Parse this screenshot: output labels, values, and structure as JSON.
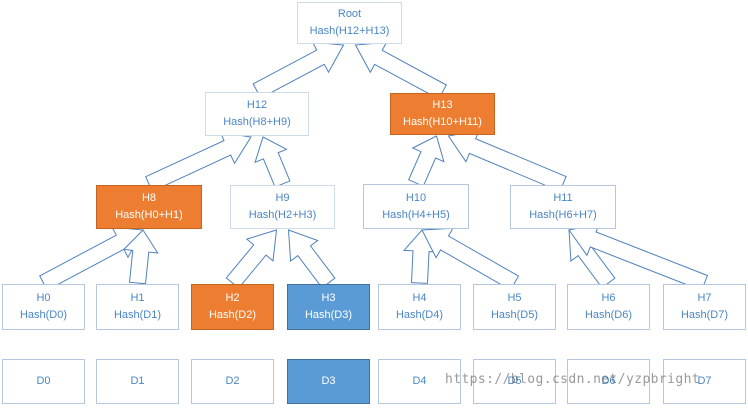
{
  "diagram": {
    "nodes": [
      {
        "id": "root",
        "label": "Root",
        "sub": "Hash(H12+H13)",
        "style": "white"
      },
      {
        "id": "h12",
        "label": "H12",
        "sub": "Hash(H8+H9)",
        "style": "white"
      },
      {
        "id": "h13",
        "label": "H13",
        "sub": "Hash(H10+H11)",
        "style": "orange"
      },
      {
        "id": "h8",
        "label": "H8",
        "sub": "Hash(H0+H1)",
        "style": "orange"
      },
      {
        "id": "h9",
        "label": "H9",
        "sub": "Hash(H2+H3)",
        "style": "white"
      },
      {
        "id": "h10",
        "label": "H10",
        "sub": "Hash(H4+H5)",
        "style": "white"
      },
      {
        "id": "h11",
        "label": "H11",
        "sub": "Hash(H6+H7)",
        "style": "white"
      },
      {
        "id": "h0",
        "label": "H0",
        "sub": "Hash(D0)",
        "style": "white"
      },
      {
        "id": "h1",
        "label": "H1",
        "sub": "Hash(D1)",
        "style": "white"
      },
      {
        "id": "h2",
        "label": "H2",
        "sub": "Hash(D2)",
        "style": "orange"
      },
      {
        "id": "h3",
        "label": "H3",
        "sub": "Hash(D3)",
        "style": "blue"
      },
      {
        "id": "h4",
        "label": "H4",
        "sub": "Hash(D4)",
        "style": "white"
      },
      {
        "id": "h5",
        "label": "H5",
        "sub": "Hash(D5)",
        "style": "white"
      },
      {
        "id": "h6",
        "label": "H6",
        "sub": "Hash(D6)",
        "style": "white"
      },
      {
        "id": "h7",
        "label": "H7",
        "sub": "Hash(D7)",
        "style": "white"
      },
      {
        "id": "d0",
        "label": "D0",
        "style": "white"
      },
      {
        "id": "d1",
        "label": "D1",
        "style": "white"
      },
      {
        "id": "d2",
        "label": "D2",
        "style": "white"
      },
      {
        "id": "d3",
        "label": "D3",
        "style": "blue"
      },
      {
        "id": "d4",
        "label": "D4",
        "style": "white"
      },
      {
        "id": "d5",
        "label": "D5",
        "style": "white"
      },
      {
        "id": "d6",
        "label": "D6",
        "style": "white"
      },
      {
        "id": "d7",
        "label": "D7",
        "style": "white"
      }
    ],
    "edges": [
      [
        "h0",
        "h8"
      ],
      [
        "h1",
        "h8"
      ],
      [
        "h2",
        "h9"
      ],
      [
        "h3",
        "h9"
      ],
      [
        "h4",
        "h10"
      ],
      [
        "h5",
        "h10"
      ],
      [
        "h6",
        "h11"
      ],
      [
        "h7",
        "h11"
      ],
      [
        "h8",
        "h12"
      ],
      [
        "h9",
        "h12"
      ],
      [
        "h10",
        "h13"
      ],
      [
        "h11",
        "h13"
      ],
      [
        "h12",
        "root"
      ],
      [
        "h13",
        "root"
      ]
    ],
    "colors": {
      "orange": "#ed7d31",
      "blue": "#5b9bd5",
      "text": "#4a86c5",
      "border": "#b5c7e0",
      "arrow_stroke": "#4f81bd"
    }
  },
  "watermark": "https://blog.csdn.net/yzpbright"
}
